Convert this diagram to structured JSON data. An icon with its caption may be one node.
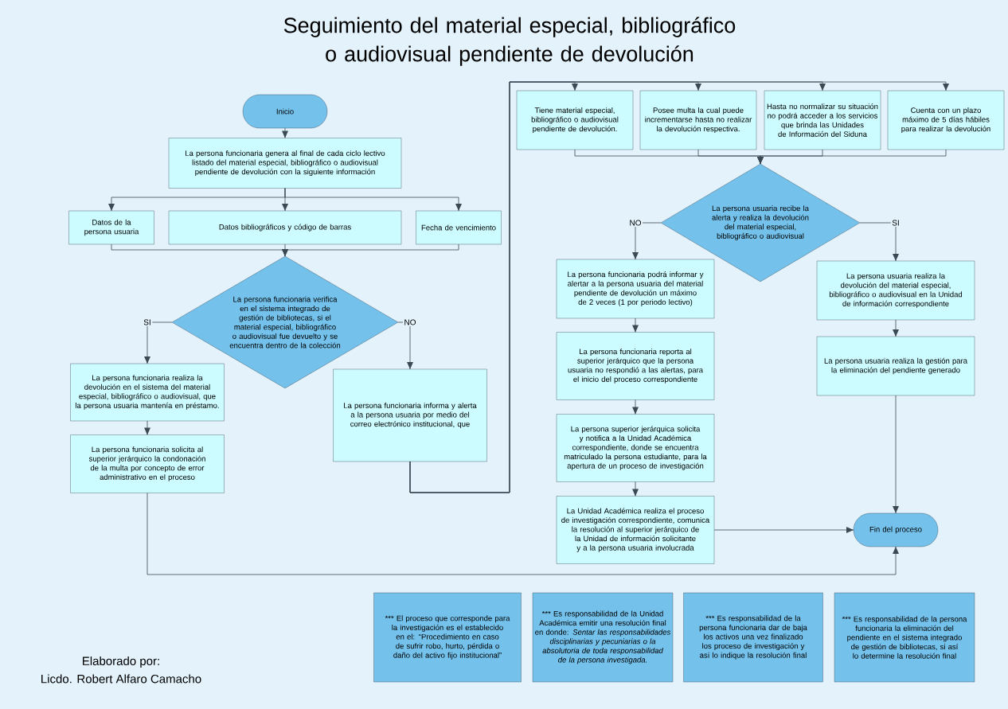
{
  "diagram": {
    "title": "Seguimiento del material especial, bibliográfico o audiovisual pendiente de devolución",
    "nodes": [
      {
        "text": [
          "Inicio"
        ]
      },
      {
        "text": [
          "La persona funcionaria genera al final de cada ciclo lectivo listado del material especial, bibliográfico o audiovisual pendiente de devolución con la siguiente información"
        ]
      },
      {
        "text": [
          "Datos de la persona usuaria"
        ]
      },
      {
        "text": [
          "Datos bibliográficos y código de barras"
        ]
      },
      {
        "text": [
          "Fecha de vencimiento"
        ]
      },
      {
        "text": [
          "La persona funcionaria verifica en el sistema integrado de gestión de bibliotecas, si el material especial, bibliográfico o audiovisual fue devuelto y se encuentra dentro de la colección"
        ]
      },
      {
        "text": [
          "La persona funcionaria realiza la devolución en el sistema del material especial, bibliográfico o audiovisual, que la persona usuaria mantenía en préstamo."
        ]
      },
      {
        "text": [
          "La persona funcionaria solicita al superior jerárquico la condonación de la multa por concepto de error administrativo en el proceso"
        ]
      },
      {
        "text": [
          "La persona funcionaria informa y alerta a la persona usuaria por medio del correo electrónico institucional, que"
        ]
      },
      {
        "text": [
          "Tiene material especial, bibliográfico o audiovisual pendiente de devolución."
        ]
      },
      {
        "text": [
          "Posee multa la cual puede incrementarse hasta no realizar la devolución respectiva."
        ]
      },
      {
        "text": [
          "Hasta no normalizar su situación no podrá acceder a los servicios que brinda las Unidades de Información del Siduna"
        ]
      },
      {
        "text": [
          "Cuenta con un plazo máximo de 5 días hábiles para realizar la devolución"
        ]
      },
      {
        "text": [
          "La persona usuaria recibe la alerta y realiza la devolución del material especial, bibliográfico o audiovisual"
        ]
      },
      {
        "text": [
          "La persona funcionaria podrá informar y alertar a la persona usuaria del material pendiente de devolución un máximo de 2 veces (1 por periodo lectivo)"
        ]
      },
      {
        "text": [
          "La persona funcionaria reporta al superior jerárquico que la persona usuaria no respondió a las alertas, para el inicio del proceso correspondiente"
        ]
      },
      {
        "text": [
          "La persona superior jerárquica solicita y notifica a la Unidad Académica correspondiente, donde se encuentra matriculado la persona estudiante, para la apertura de un proceso de investigación"
        ]
      },
      {
        "text": [
          "La Unidad Académica realiza el proceso de investigación correspondiente, comunica la resolución al superior jerárquico de la Unidad de información solicitante y a la persona usuaria involucrada"
        ]
      },
      {
        "text": [
          "La persona usuaria realiza la devolución del material especial, bibliográfico o audiovisual en la Unidad de información correspondiente"
        ]
      },
      {
        "text": [
          "La persona usuaria realiza la gestión para la eliminación del pendiente generado"
        ]
      },
      {
        "text": [
          "Fin del proceso"
        ]
      },
      {
        "text": [
          "*** El proceso que corresponde para la investigación es el establecido en el: “Procedimiento en caso de sufrir robo, hurto, pérdida o daño del activo fijo institucional”"
        ]
      },
      {
        "text": [
          "*** Es responsabilidad  de la Unidad Académica emitir una resolución final en donde: *Sentar las responsabilidades disciplinarias y pecuniarias o la absolutoria de toda responsabilidad de la persona investigada.*"
        ]
      },
      {
        "text": [
          "*** Es responsabilidad de la persona funcionaria dar de baja los activos una vez finalizado los proceso de investigación y así lo indique la resolución final"
        ]
      },
      {
        "text": [
          "*** Es responsabilidad  de la persona funcionaria la eliminación del pendiente en el sistema integrado de gestión de bibliotecas, si así lo determine la resolución final"
        ]
      }
    ],
    "edges": [
      {
        "from": 0,
        "to": 1,
        "arrow": "to"
      },
      {
        "from": 1,
        "to": 2,
        "arrow": "to"
      },
      {
        "from": 1,
        "to": 3,
        "arrow": "to"
      },
      {
        "from": 1,
        "to": 4,
        "arrow": "to"
      },
      {
        "from": 2,
        "to": 5,
        "arrow": "to"
      },
      {
        "from": 3,
        "to": 5,
        "arrow": "to"
      },
      {
        "from": 4,
        "to": 5,
        "arrow": "to"
      },
      {
        "from": 5,
        "to": 6,
        "arrow": "to",
        "label": "SI"
      },
      {
        "from": 5,
        "to": 8,
        "arrow": "to",
        "label": "NO"
      },
      {
        "from": 6,
        "to": 7,
        "arrow": "to"
      },
      {
        "from": 7,
        "to": 20,
        "arrow": "to"
      },
      {
        "from": 8,
        "to": 9,
        "arrow": "to"
      },
      {
        "from": 8,
        "to": 10,
        "arrow": "to"
      },
      {
        "from": 8,
        "to": 11,
        "arrow": "to"
      },
      {
        "from": 8,
        "to": 12,
        "arrow": "to"
      },
      {
        "from": 9,
        "to": 13,
        "arrow": "to"
      },
      {
        "from": 10,
        "to": 13,
        "arrow": "to"
      },
      {
        "from": 11,
        "to": 13,
        "arrow": "to"
      },
      {
        "from": 12,
        "to": 13,
        "arrow": "to"
      },
      {
        "from": 13,
        "to": 14,
        "arrow": "to",
        "label": "NO"
      },
      {
        "from": 13,
        "to": 18,
        "arrow": "to",
        "label": "SI"
      },
      {
        "from": 14,
        "to": 15,
        "arrow": "to"
      },
      {
        "from": 15,
        "to": 16,
        "arrow": "to"
      },
      {
        "from": 16,
        "to": 17,
        "arrow": "to"
      },
      {
        "from": 17,
        "to": 20,
        "arrow": "to"
      },
      {
        "from": 18,
        "to": 19,
        "arrow": "to"
      },
      {
        "from": 19,
        "to": 20,
        "arrow": "to"
      }
    ],
    "labels": [
      "Elaborado por:",
      "Licdo. Robert Alfaro Camacho"
    ]
  }
}
